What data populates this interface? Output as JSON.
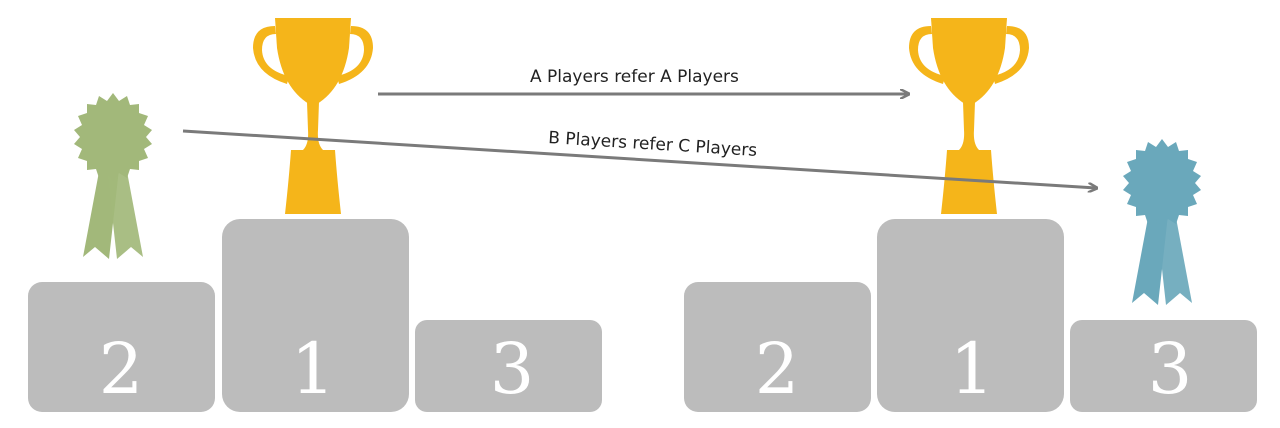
{
  "colors": {
    "podium": "#bcbcbc",
    "trophy": "#f5b51a",
    "ribbon_green": "#a2b87a",
    "ribbon_blue": "#6aa8bb",
    "arrow": "#7a7a7a"
  },
  "left_podium": {
    "second_label": "2",
    "first_label": "1",
    "third_label": "3",
    "first_icon": "trophy-icon",
    "second_icon": "green-ribbon-icon"
  },
  "right_podium": {
    "second_label": "2",
    "first_label": "1",
    "third_label": "3",
    "first_icon": "trophy-icon",
    "third_icon": "blue-ribbon-icon"
  },
  "arrows": {
    "a_label": "A Players refer A Players",
    "b_label": "B Players refer C Players"
  }
}
